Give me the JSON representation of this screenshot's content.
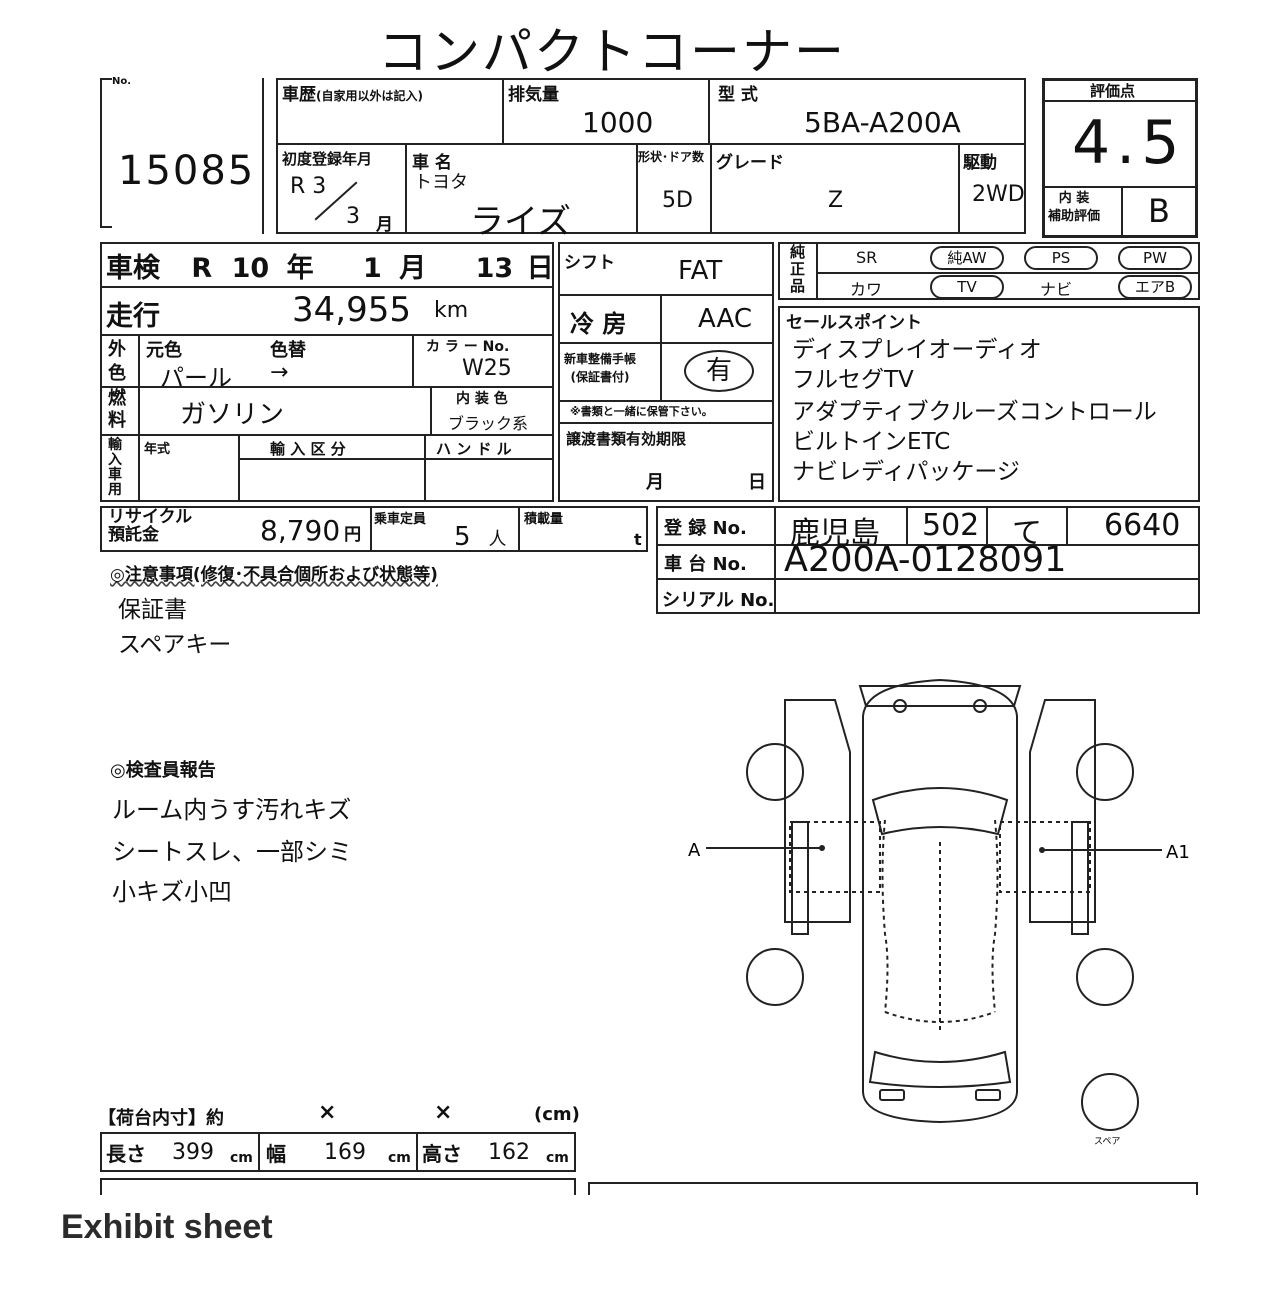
{
  "title": "コンパクトコーナー",
  "lot": {
    "label": "No.",
    "number": "15085"
  },
  "history": {
    "label": "車歴",
    "note": "(自家用以外は記入)"
  },
  "displacement": {
    "label": "排気量",
    "value": "1000"
  },
  "model": {
    "label": "型 式",
    "value": "5BA-A200A"
  },
  "score": {
    "label": "評価点",
    "value": "4.5",
    "interior_label_1": "内 装",
    "interior_label_2": "補助評価",
    "interior": "B"
  },
  "first_reg": {
    "label": "初度登録年月",
    "era": "R 3",
    "month": "3",
    "month_unit": "月"
  },
  "car_name": {
    "label": "車 名",
    "maker": "トヨタ",
    "name": "ライズ"
  },
  "body": {
    "label": "形状･ドア数",
    "value": "5D"
  },
  "grade": {
    "label": "グレード",
    "value": "Z"
  },
  "drive": {
    "label": "駆動",
    "value": "2WD"
  },
  "inspection": {
    "label": "車検",
    "era": "R",
    "year": "10",
    "year_unit": "年",
    "month": "1",
    "month_unit": "月",
    "day": "13",
    "day_unit": "日"
  },
  "mileage": {
    "label": "走行",
    "value": "34,955",
    "unit": "km"
  },
  "ext_color": {
    "label1": "外",
    "label2": "色",
    "orig_label": "元色",
    "orig": "パール",
    "change_label": "色替",
    "change": "→"
  },
  "color_no": {
    "label": "カ ラ ー No.",
    "value": "W25"
  },
  "fuel": {
    "label1": "燃",
    "label2": "料",
    "value": "ガソリン"
  },
  "int_color": {
    "label": "内 装 色",
    "value": "ブラック系"
  },
  "import": {
    "label": "輸入車用",
    "year_label": "年式",
    "type_label": "輸 入 区 分",
    "handle_label": "ハ ン ド ル"
  },
  "shift": {
    "label": "シフト",
    "value": "FAT"
  },
  "aircon": {
    "label": "冷 房",
    "value": "AAC"
  },
  "service_book": {
    "label1": "新車整備手帳",
    "label2": "(保証書付)",
    "value": "有",
    "note": "※書類と一緒に保管下さい。"
  },
  "transfer_docs": {
    "label": "譲渡書類有効期限",
    "month": "月",
    "day": "日"
  },
  "equipment": {
    "label": "純正品",
    "row1": [
      "SR",
      "純AW",
      "PS",
      "PW"
    ],
    "row2": [
      "カワ",
      "TV",
      "ナビ",
      "エアB"
    ]
  },
  "sales_points": {
    "label": "セールスポイント",
    "items": [
      "ディスプレイオーディオ",
      "フルセグTV",
      "アダプティブクルーズコントロール",
      "ビルトインETC",
      "ナビレディパッケージ"
    ]
  },
  "recycle": {
    "label1": "リサイクル",
    "label2": "預託金",
    "value": "8,790",
    "unit": "円"
  },
  "capacity": {
    "label": "乗車定員",
    "value": "5",
    "unit": "人"
  },
  "load": {
    "label": "積載量",
    "unit": "t"
  },
  "registration": {
    "label": "登 録 No.",
    "place": "鹿児島",
    "class": "502",
    "kana": "て",
    "number": "6640"
  },
  "chassis": {
    "label": "車 台 No.",
    "value": "A200A-0128091"
  },
  "serial": {
    "label": "シリアル No."
  },
  "notes": {
    "label": "◎注意事項(修復･不具合個所および状態等)",
    "items": [
      "保証書",
      "スペアキー"
    ]
  },
  "inspector": {
    "label": "◎検査員報告",
    "items": [
      "ルーム内うす汚れキズ",
      "シートスレ、一部シミ",
      "小キズ小凹"
    ]
  },
  "diagram": {
    "left_mark": "A",
    "right_mark": "A1",
    "spare": "スペア"
  },
  "cargo": {
    "label": "【荷台内寸】約",
    "x1": "×",
    "x2": "×",
    "unit": "(cm)"
  },
  "dims": {
    "length_label": "長さ",
    "length": "399",
    "width_label": "幅",
    "width": "169",
    "height_label": "高さ",
    "height": "162",
    "unit": "cm"
  },
  "caption": "Exhibit sheet"
}
